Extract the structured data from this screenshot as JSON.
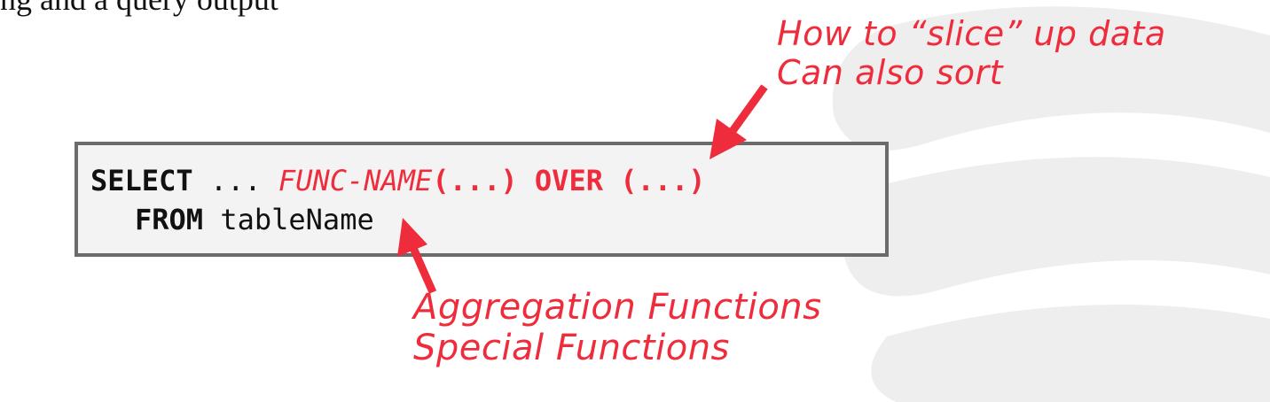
{
  "slide": {
    "top_partial_text": "ng and a query output"
  },
  "code": {
    "line1": {
      "select": "SELECT",
      "ellipsis": " ... ",
      "func_name": "FUNC-NAME",
      "func_args": "(...)",
      "space": " ",
      "over": "OVER",
      "over_args": " (...)"
    },
    "line2": {
      "from": "FROM",
      "table": " tableName"
    }
  },
  "annotations": {
    "top": {
      "line1": "How to “slice” up data",
      "line2": "Can also sort"
    },
    "bottom": {
      "line1": "Aggregation Functions",
      "line2": "Special Functions"
    },
    "color": "#ee2c3c"
  },
  "icons": {
    "arrow_top": "arrow-down-left-icon",
    "arrow_bottom": "arrow-up-left-icon",
    "background": "database-logo-watermark"
  }
}
